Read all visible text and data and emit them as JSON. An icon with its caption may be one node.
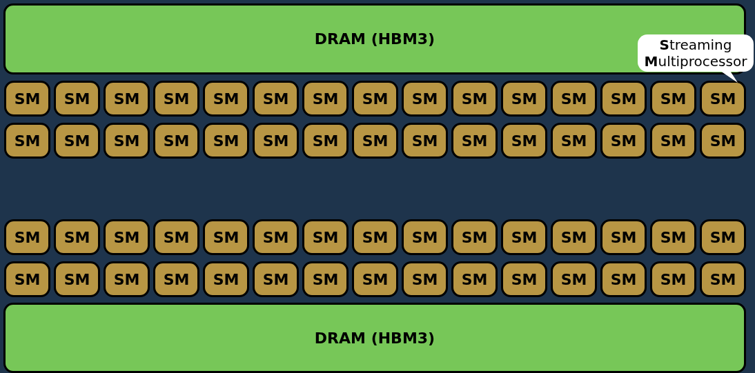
{
  "diagram": {
    "nodes": [
      {
        "text": [
          "DRAM (HBM3)"
        ]
      },
      {
        "text": [
          "**S**treaming **M**ultiprocessor"
        ]
      },
      {
        "text": [
          "SM"
        ]
      },
      {
        "text": [
          "SM"
        ]
      },
      {
        "text": [
          "SM"
        ]
      },
      {
        "text": [
          "SM"
        ]
      },
      {
        "text": [
          "SM"
        ]
      },
      {
        "text": [
          "SM"
        ]
      },
      {
        "text": [
          "SM"
        ]
      },
      {
        "text": [
          "SM"
        ]
      },
      {
        "text": [
          "SM"
        ]
      },
      {
        "text": [
          "SM"
        ]
      },
      {
        "text": [
          "SM"
        ]
      },
      {
        "text": [
          "SM"
        ]
      },
      {
        "text": [
          "SM"
        ]
      },
      {
        "text": [
          "SM"
        ]
      },
      {
        "text": [
          "SM"
        ]
      },
      {
        "text": [
          "SM"
        ]
      },
      {
        "text": [
          "SM"
        ]
      },
      {
        "text": [
          "SM"
        ]
      },
      {
        "text": [
          "SM"
        ]
      },
      {
        "text": [
          "SM"
        ]
      },
      {
        "text": [
          "SM"
        ]
      },
      {
        "text": [
          "SM"
        ]
      },
      {
        "text": [
          "SM"
        ]
      },
      {
        "text": [
          "SM"
        ]
      },
      {
        "text": [
          "SM"
        ]
      },
      {
        "text": [
          "SM"
        ]
      },
      {
        "text": [
          "SM"
        ]
      },
      {
        "text": [
          "SM"
        ]
      },
      {
        "text": [
          "SM"
        ]
      },
      {
        "text": [
          "SM"
        ]
      },
      {
        "text": [
          "SM"
        ]
      },
      {
        "text": [
          "SM"
        ]
      },
      {
        "text": [
          "SM"
        ]
      },
      {
        "text": [
          "SM"
        ]
      },
      {
        "text": [
          "SM"
        ]
      },
      {
        "text": [
          "SM"
        ]
      },
      {
        "text": [
          "SM"
        ]
      },
      {
        "text": [
          "SM"
        ]
      },
      {
        "text": [
          "SM"
        ]
      },
      {
        "text": [
          "SM"
        ]
      },
      {
        "text": [
          "SM"
        ]
      },
      {
        "text": [
          "SM"
        ]
      },
      {
        "text": [
          "SM"
        ]
      },
      {
        "text": [
          "SM"
        ]
      },
      {
        "text": [
          "SM"
        ]
      },
      {
        "text": [
          "SM"
        ]
      },
      {
        "text": [
          "SM"
        ]
      },
      {
        "text": [
          "SM"
        ]
      },
      {
        "text": [
          "SM"
        ]
      },
      {
        "text": [
          "SM"
        ]
      },
      {
        "text": [
          "SM"
        ]
      },
      {
        "text": [
          "SM"
        ]
      },
      {
        "text": [
          "SM"
        ]
      },
      {
        "text": [
          "SM"
        ]
      },
      {
        "text": [
          "SM"
        ]
      },
      {
        "text": [
          "SM"
        ]
      },
      {
        "text": [
          "SM"
        ]
      },
      {
        "text": [
          "SM"
        ]
      },
      {
        "text": [
          "SM"
        ]
      },
      {
        "text": [
          "SM"
        ]
      },
      {
        "text": [
          "DRAM (HBM3)"
        ]
      }
    ],
    "edges": [
      {
        "from": 1,
        "to": 16,
        "arrow": "none"
      }
    ]
  }
}
